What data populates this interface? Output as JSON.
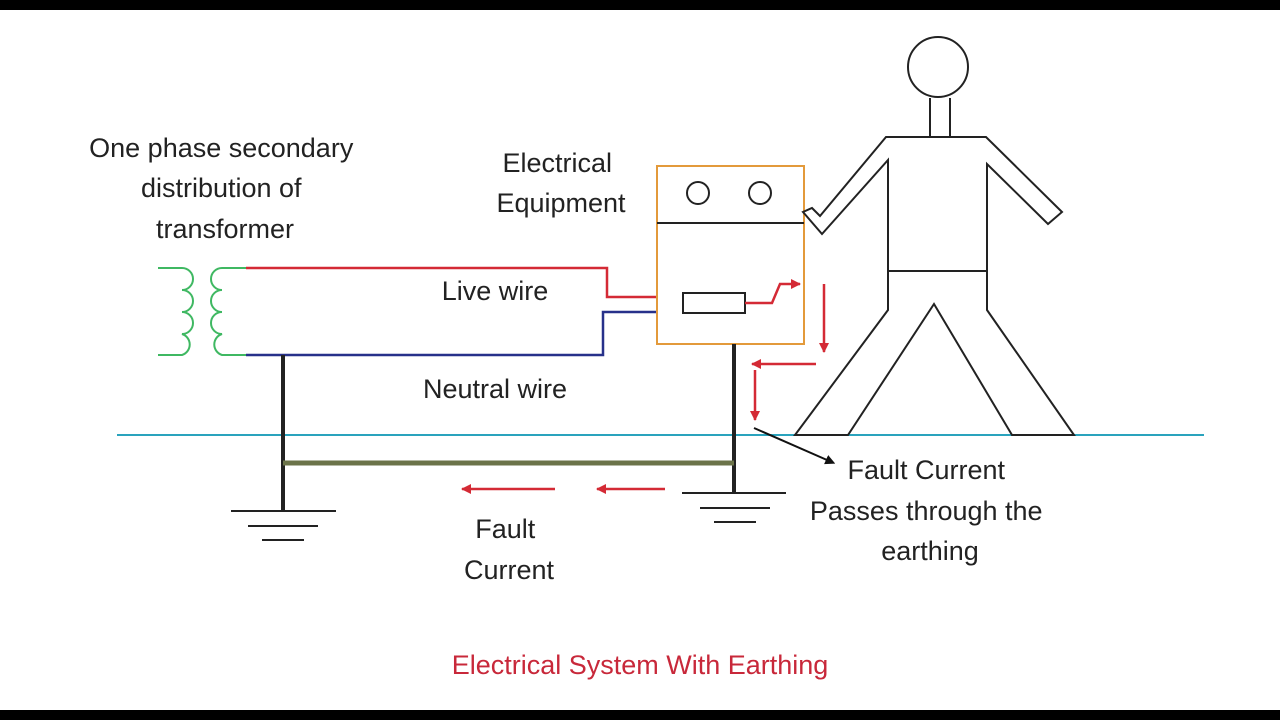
{
  "labels": {
    "transformer": [
      "One phase secondary",
      "distribution of",
      "transformer"
    ],
    "equipment": [
      "Electrical",
      "Equipment"
    ],
    "live_wire": "Live wire",
    "neutral_wire": "Neutral wire",
    "fault_current_bottom": [
      "Fault",
      "Current"
    ],
    "fault_current_note": [
      "Fault Current",
      "Passes through the",
      "earthing"
    ]
  },
  "caption": "Electrical System With Earthing",
  "colors": {
    "background": "#ffffff",
    "frame": "#000000",
    "live_wire": "#d42a35",
    "neutral_wire": "#27318a",
    "transformer_coil": "#3fb862",
    "equipment_box": "#e39a3b",
    "ground_line": "#2aa3bd",
    "earth_conductor": "#6b7349",
    "fault_arrow": "#d42a35",
    "caption": "#c8283a",
    "ink": "#222222"
  },
  "icons": [
    "transformer-coil-icon",
    "earth-symbol-icon",
    "fuse-icon",
    "person-figure-icon",
    "arrow-icon"
  ]
}
